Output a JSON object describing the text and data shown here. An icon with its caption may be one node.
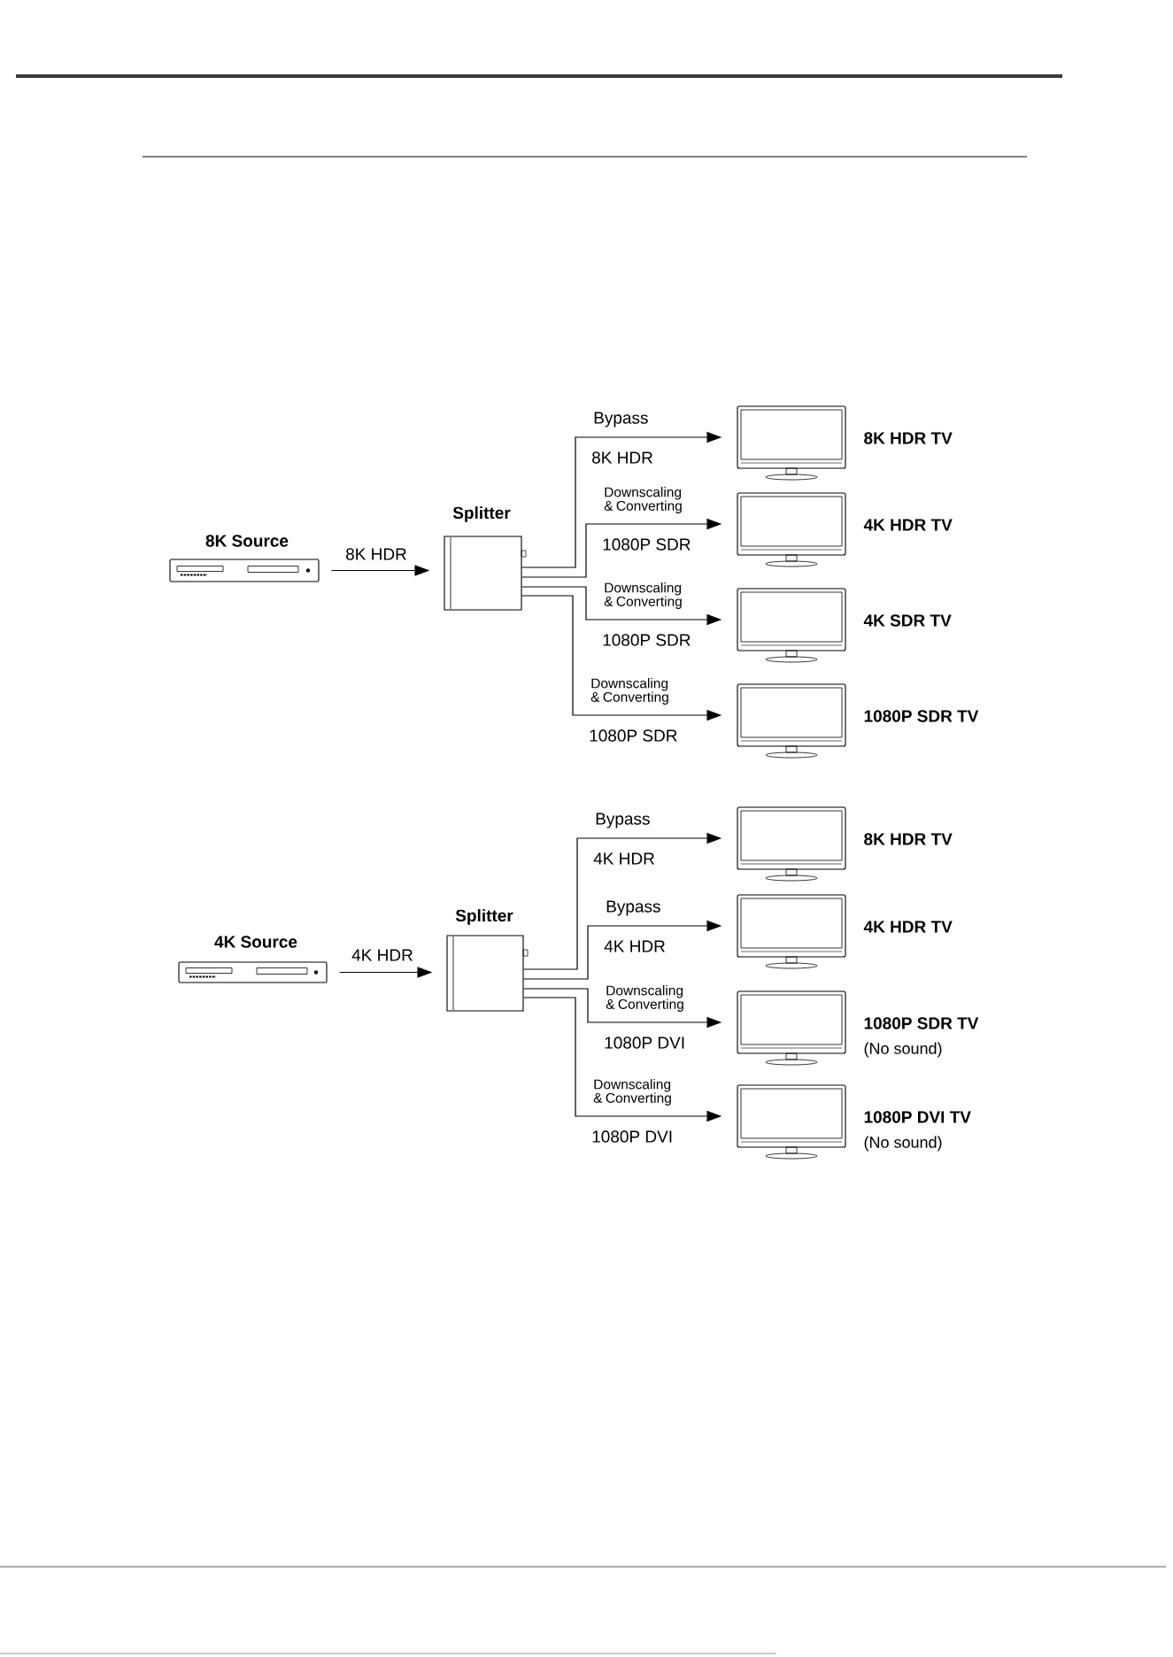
{
  "diagram": {
    "nodes": [
      {
        "text": [
          "8K Source"
        ]
      },
      {
        "text": [
          "Splitter"
        ]
      },
      {
        "text": [
          "8K HDR TV"
        ]
      },
      {
        "text": [
          "4K HDR TV"
        ]
      },
      {
        "text": [
          "4K SDR TV"
        ]
      },
      {
        "text": [
          "1080P SDR TV"
        ]
      },
      {
        "text": [
          "4K Source"
        ]
      },
      {
        "text": [
          "Splitter"
        ]
      },
      {
        "text": [
          "8K HDR TV"
        ]
      },
      {
        "text": [
          "4K HDR TV"
        ]
      },
      {
        "text": [
          "1080P SDR TV",
          "(No sound)"
        ]
      },
      {
        "text": [
          "1080P DVI TV",
          "(No sound)"
        ]
      }
    ],
    "edges": [
      {
        "from": 0,
        "to": 1,
        "arrow": "to",
        "label": "8K HDR"
      },
      {
        "from": 1,
        "to": 2,
        "arrow": "to",
        "label": "Bypass"
      },
      {
        "from": 1,
        "to": 3,
        "arrow": "to",
        "label": "Downscaling & Converting"
      },
      {
        "from": 1,
        "to": 4,
        "arrow": "to",
        "label": "Downscaling & Converting"
      },
      {
        "from": 1,
        "to": 5,
        "arrow": "to",
        "label": "Downscaling & Converting"
      },
      {
        "from": 6,
        "to": 7,
        "arrow": "to",
        "label": "4K HDR"
      },
      {
        "from": 7,
        "to": 8,
        "arrow": "to",
        "label": "Bypass"
      },
      {
        "from": 7,
        "to": 9,
        "arrow": "to",
        "label": "Bypass"
      },
      {
        "from": 7,
        "to": 10,
        "arrow": "to",
        "label": "Downscaling & Converting"
      },
      {
        "from": 7,
        "to": 11,
        "arrow": "to",
        "label": "Downscaling & Converting"
      }
    ],
    "labels": [
      "8K HDR",
      "1080P SDR",
      "1080P SDR",
      "1080P SDR",
      "4K HDR",
      "4K HDR",
      "1080P DVI",
      "1080P DVI"
    ]
  }
}
